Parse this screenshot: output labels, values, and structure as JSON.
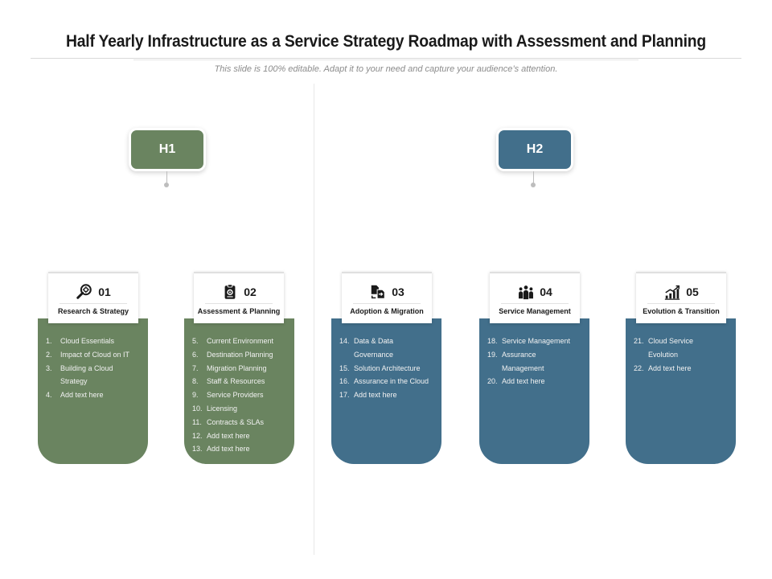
{
  "title": "Half Yearly Infrastructure as a Service Strategy Roadmap with Assessment and Planning",
  "subtitle": "This slide is 100% editable. Adapt it to your need and capture your audience’s attention.",
  "colors": {
    "green": "#6a8460",
    "blue": "#426f8b"
  },
  "halves": [
    {
      "label": "H1",
      "color": "#6a8460"
    },
    {
      "label": "H2",
      "color": "#426f8b"
    }
  ],
  "stages": [
    {
      "number": "01",
      "name": "Research & Strategy",
      "icon": "magnifier-gear-icon",
      "color": "green",
      "items": [
        {
          "num": "1.",
          "text": "Cloud Essentials"
        },
        {
          "num": "2.",
          "text": "Impact of Cloud on IT"
        },
        {
          "num": "3.",
          "text": "Building a Cloud Strategy"
        },
        {
          "num": "4.",
          "text": "Add text here"
        }
      ]
    },
    {
      "number": "02",
      "name": "Assessment & Planning",
      "icon": "clipboard-gear-icon",
      "color": "green",
      "items": [
        {
          "num": "5.",
          "text": "Current Environment"
        },
        {
          "num": "6.",
          "text": "Destination Planning"
        },
        {
          "num": "7.",
          "text": "Migration Planning"
        },
        {
          "num": "8.",
          "text": "Staff & Resources"
        },
        {
          "num": "9.",
          "text": "Service Providers"
        },
        {
          "num": "10.",
          "text": "Licensing"
        },
        {
          "num": "11.",
          "text": "Contracts & SLAs"
        },
        {
          "num": "12.",
          "text": "Add text here"
        },
        {
          "num": "13.",
          "text": "Add text here"
        }
      ]
    },
    {
      "number": "03",
      "name": "Adoption & Migration",
      "icon": "file-transfer-icon",
      "color": "blue",
      "items": [
        {
          "num": "14.",
          "text": "Data & Data Governance"
        },
        {
          "num": "15.",
          "text": "Solution Architecture"
        },
        {
          "num": "16.",
          "text": "Assurance in the Cloud"
        },
        {
          "num": "17.",
          "text": "Add text here"
        }
      ]
    },
    {
      "number": "04",
      "name": "Service Management",
      "icon": "team-people-icon",
      "color": "blue",
      "items": [
        {
          "num": "18.",
          "text": "Service Management"
        },
        {
          "num": "19.",
          "text": "Assurance Management"
        },
        {
          "num": "20.",
          "text": "Add text here"
        }
      ]
    },
    {
      "number": "05",
      "name": "Evolution & Transition",
      "icon": "growth-chart-icon",
      "color": "blue",
      "items": [
        {
          "num": "21.",
          "text": "Cloud Service Evolution"
        },
        {
          "num": "22.",
          "text": "Add text here"
        }
      ]
    }
  ]
}
